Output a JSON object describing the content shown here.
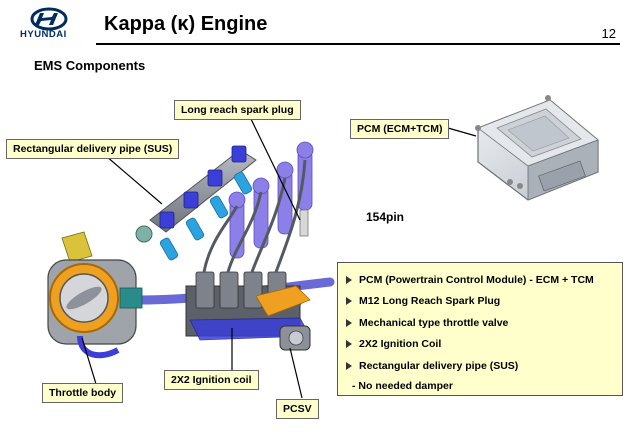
{
  "header": {
    "brand": "HYUNDAI",
    "title": "Kappa (κ) Engine",
    "page_number": "12"
  },
  "subtitle": "EMS Components",
  "callouts": {
    "spark_plug": "Long reach spark plug",
    "delivery_pipe": "Rectangular delivery pipe (SUS)",
    "pcm": "PCM (ECM+TCM)",
    "ignition_coil": "2X2 Ignition coil",
    "throttle_body": "Throttle body",
    "pcsv": "PCSV"
  },
  "pcm_pins": "154pin",
  "info_box": {
    "items": [
      "PCM (Powertrain Control Module) - ECM + TCM",
      "M12 Long Reach Spark Plug",
      "Mechanical type throttle valve",
      "2X2 Ignition Coil",
      "Rectangular delivery pipe (SUS)"
    ],
    "note": "- No needed damper"
  },
  "colors": {
    "brand": "#002c5f",
    "callout_fill": "#ffffcc",
    "coil_blue": "#3b3fd8",
    "injector_cyan": "#2aa3e0",
    "plug_purple": "#8c7fe8",
    "manifold_purple": "#6a6ad6",
    "bracket_orange": "#f0a020"
  }
}
